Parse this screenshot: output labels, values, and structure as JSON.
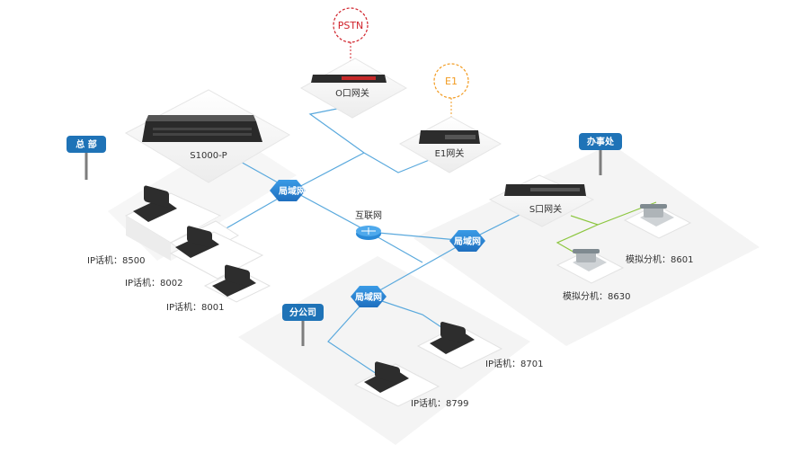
{
  "sites": {
    "hq": "总 部",
    "branch": "分公司",
    "office": "办事处"
  },
  "networks": {
    "lan": "局域网",
    "internet": "互联网"
  },
  "trunks": {
    "pstn": "PSTN",
    "e1": "E1"
  },
  "devices": {
    "o_gateway": "O口网关",
    "e1_gateway": "E1网关",
    "s1000p": "S1000-P",
    "s_gateway": "S口网关"
  },
  "phones": {
    "ip_8500": "IP话机：8500",
    "ip_8002": "IP话机：8002",
    "ip_8001": "IP话机：8001",
    "ip_8701": "IP话机：8701",
    "ip_8799": "IP话机：8799",
    "analog_8601": "模拟分机：8601",
    "analog_8630": "模拟分机：8630"
  },
  "colors": {
    "link": "#5aa9dd",
    "analog_link": "#8cc63f",
    "badge": "#1f73b7",
    "hex_fill": "#2a8ad8",
    "pstn": "#d0212a",
    "e1": "#f29b21",
    "platform": "#f3f3f3"
  }
}
